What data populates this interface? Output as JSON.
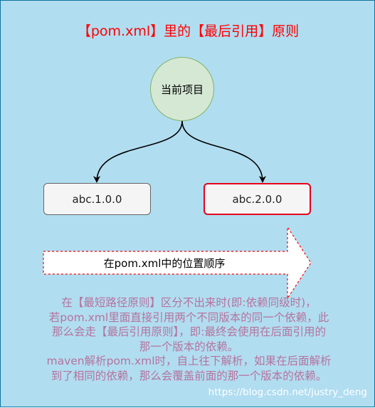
{
  "title": "【pom.xml】里的【最后引用】原则",
  "nodes": {
    "root": "当前项目",
    "version_1": "abc.1.0.0",
    "version_2": "abc.2.0.0"
  },
  "order_arrow_label": "在pom.xml中的位置顺序",
  "explanation_lines": [
    "在【最短路径原则】区分不出来时(即:依赖同级时)，",
    "若pom.xml里面直接引用两个不同版本的同一个依赖，此",
    "那么会走【最后引用原则】，即:最终会使用在后面引用的",
    "那一个版本的依赖。",
    "maven解析pom.xml时，自上往下解析，如果在后面解析",
    "到了相同的依赖，那么会覆盖前面的那一个版本的依赖。"
  ],
  "watermark": "https://blog.csdn.net/justry_deng",
  "colors": {
    "background": "#b1ddf0",
    "title": "#ff0000",
    "root_fill": "#d5e8d4",
    "root_stroke": "#82b366",
    "selected_stroke": "#e6001a",
    "arrow_stroke": "#ff0000",
    "explanation_text": "#b5739d"
  }
}
